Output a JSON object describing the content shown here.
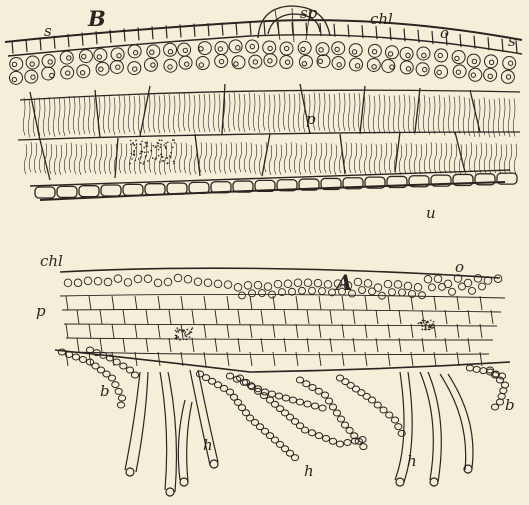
{
  "figure": {
    "panel_b": {
      "title": "B",
      "labels": {
        "s_left": "s",
        "sp": "sp",
        "chl": "chl",
        "o": "o",
        "s_right": "s",
        "p": "p",
        "u": "u"
      }
    },
    "panel_a": {
      "title": "A",
      "labels": {
        "chl": "chl",
        "o": "o",
        "p": "p",
        "b_left": "b",
        "b_right": "b",
        "h_1": "h",
        "h_2": "h",
        "h_3": "h"
      }
    },
    "colors": {
      "paper": "#f4efd9",
      "ink": "#2a2520"
    }
  }
}
